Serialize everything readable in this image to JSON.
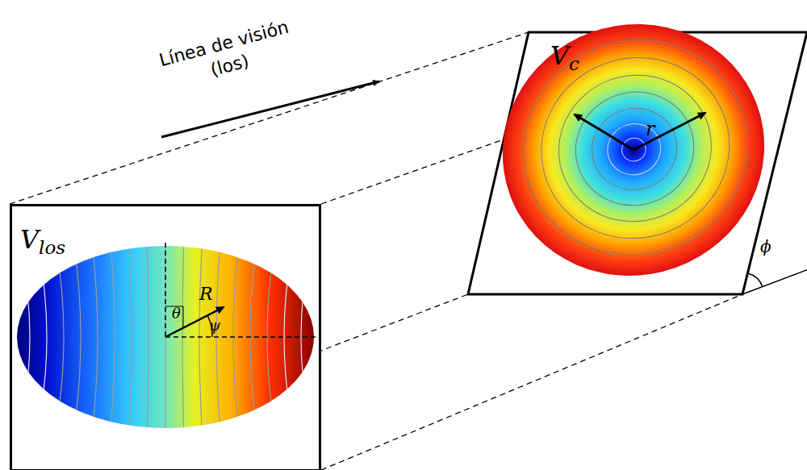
{
  "diagram": {
    "nodes": [
      {
        "text": [
          "Vlos"
        ]
      },
      {
        "text": [
          "Vc"
        ]
      }
    ],
    "edges": [
      {
        "from": 0,
        "to": 1,
        "arrow": "none"
      },
      {
        "from": 0,
        "to": 1,
        "arrow": "none"
      },
      {
        "from": 0,
        "to": 1,
        "arrow": "none"
      },
      {
        "from": 0,
        "to": 1,
        "arrow": "none"
      }
    ],
    "labels": [
      "Línea de visión (los)",
      "θ",
      "R",
      "ψ",
      "r",
      "ϕ"
    ]
  }
}
